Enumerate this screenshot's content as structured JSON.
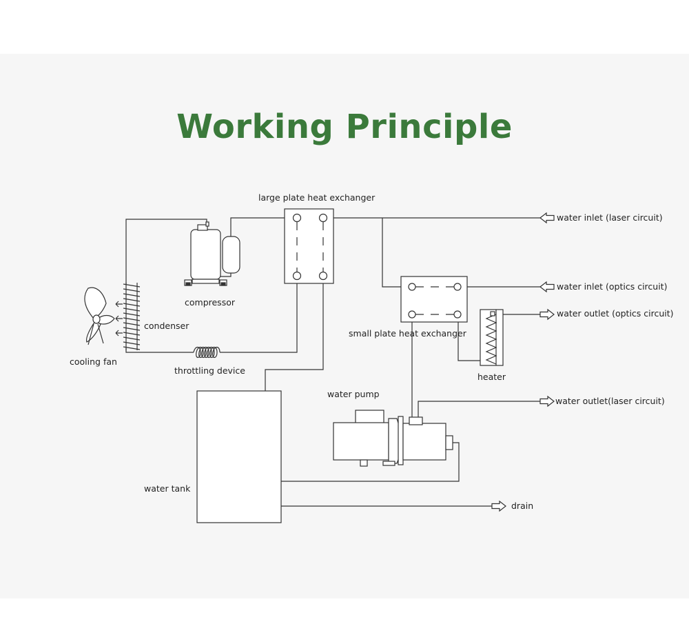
{
  "title": "Working Principle",
  "labels": {
    "large_plate_heat_exchanger": "large plate heat exchanger",
    "compressor": "compressor",
    "condenser": "condenser",
    "cooling_fan": "cooling fan",
    "throttling_device": "throttling device",
    "small_plate_heat_exchanger": "small plate heat exchanger",
    "heater": "heater",
    "water_pump": "water pump",
    "water_tank": "water tank",
    "water_inlet_laser": "water inlet (laser circuit)",
    "water_inlet_optics": "water inlet (optics circuit)",
    "water_outlet_optics": "water outlet (optics circuit)",
    "water_outlet_laser": "water outlet(laser circuit)",
    "drain": "drain"
  },
  "colors": {
    "title": "#3b7a3b",
    "panel": "#f6f6f6",
    "line": "#333333"
  }
}
